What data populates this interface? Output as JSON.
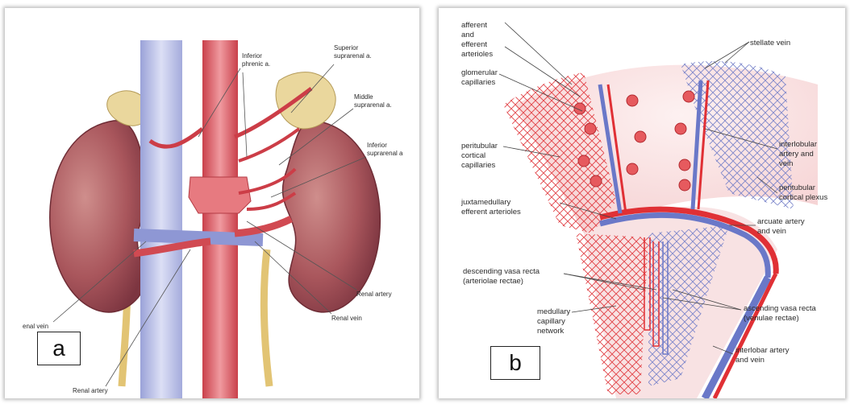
{
  "panel_a": {
    "tag": "a",
    "labels": {
      "inferior_phrenic": [
        "Inferior",
        "phrenic a."
      ],
      "superior_suprarenal": [
        "Superior",
        "suprarenal a."
      ],
      "middle_suprarenal": [
        "Middle",
        "suprarenal a."
      ],
      "inferior_suprarenal": [
        "Inferior",
        "suprarenal a"
      ],
      "renal_artery_right": "Renal artery",
      "renal_vein_right": "Renal vein",
      "renal_vein_left": "enal vein",
      "renal_artery_left": "Renal artery"
    }
  },
  "panel_b": {
    "tag": "b",
    "labels": {
      "afferent": [
        "afferent",
        "and",
        "efferent",
        "arterioles"
      ],
      "glomerular": [
        "glomerular",
        "capillaries"
      ],
      "peritubular_cortical": [
        "peritubular",
        "cortical",
        "capillaries"
      ],
      "juxtamedullary": [
        "juxtamedullary",
        "efferent arterioles"
      ],
      "descending": [
        "descending vasa recta",
        "(arteriolae rectae)"
      ],
      "medullary": [
        "medullary",
        "capillary",
        "network"
      ],
      "stellate": "stellate vein",
      "interlobular": [
        "interlobular",
        "artery and",
        "vein"
      ],
      "peritubular_plexus": [
        "peritubular",
        "cortical plexus"
      ],
      "arcuate": [
        "arcuate artery",
        "and vein"
      ],
      "ascending": [
        "ascending vasa recta",
        "(venulae rectae)"
      ],
      "interlobar": [
        "interlobar artery",
        "and vein"
      ]
    }
  },
  "colors": {
    "kidney": "#a8545a",
    "kidney_highlight": "#c98a88",
    "vein": "#b9bfe6",
    "artery": "#d94a52",
    "adrenal": "#e8d49a",
    "ureter": "#e5c77a",
    "blood_red": "#e03035",
    "blood_blue": "#6a78c8",
    "tissue": "#fbe7e7"
  }
}
